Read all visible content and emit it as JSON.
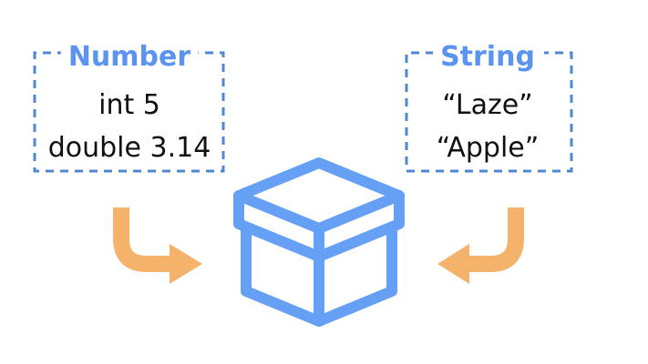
{
  "colors": {
    "accent": "#5b93f0",
    "dashed_border": "#4f86d6",
    "arrow": "#f5b26b",
    "text": "#111111",
    "background": "#ffffff"
  },
  "number_box": {
    "title": "Number",
    "lines": [
      "int 5",
      "double 3.14"
    ]
  },
  "string_box": {
    "title": "String",
    "lines": [
      "“Laze”",
      "“Apple”"
    ]
  },
  "icons": {
    "container": "box-icon",
    "left_arrow": "curved-arrow-right-icon",
    "right_arrow": "curved-arrow-left-icon"
  }
}
